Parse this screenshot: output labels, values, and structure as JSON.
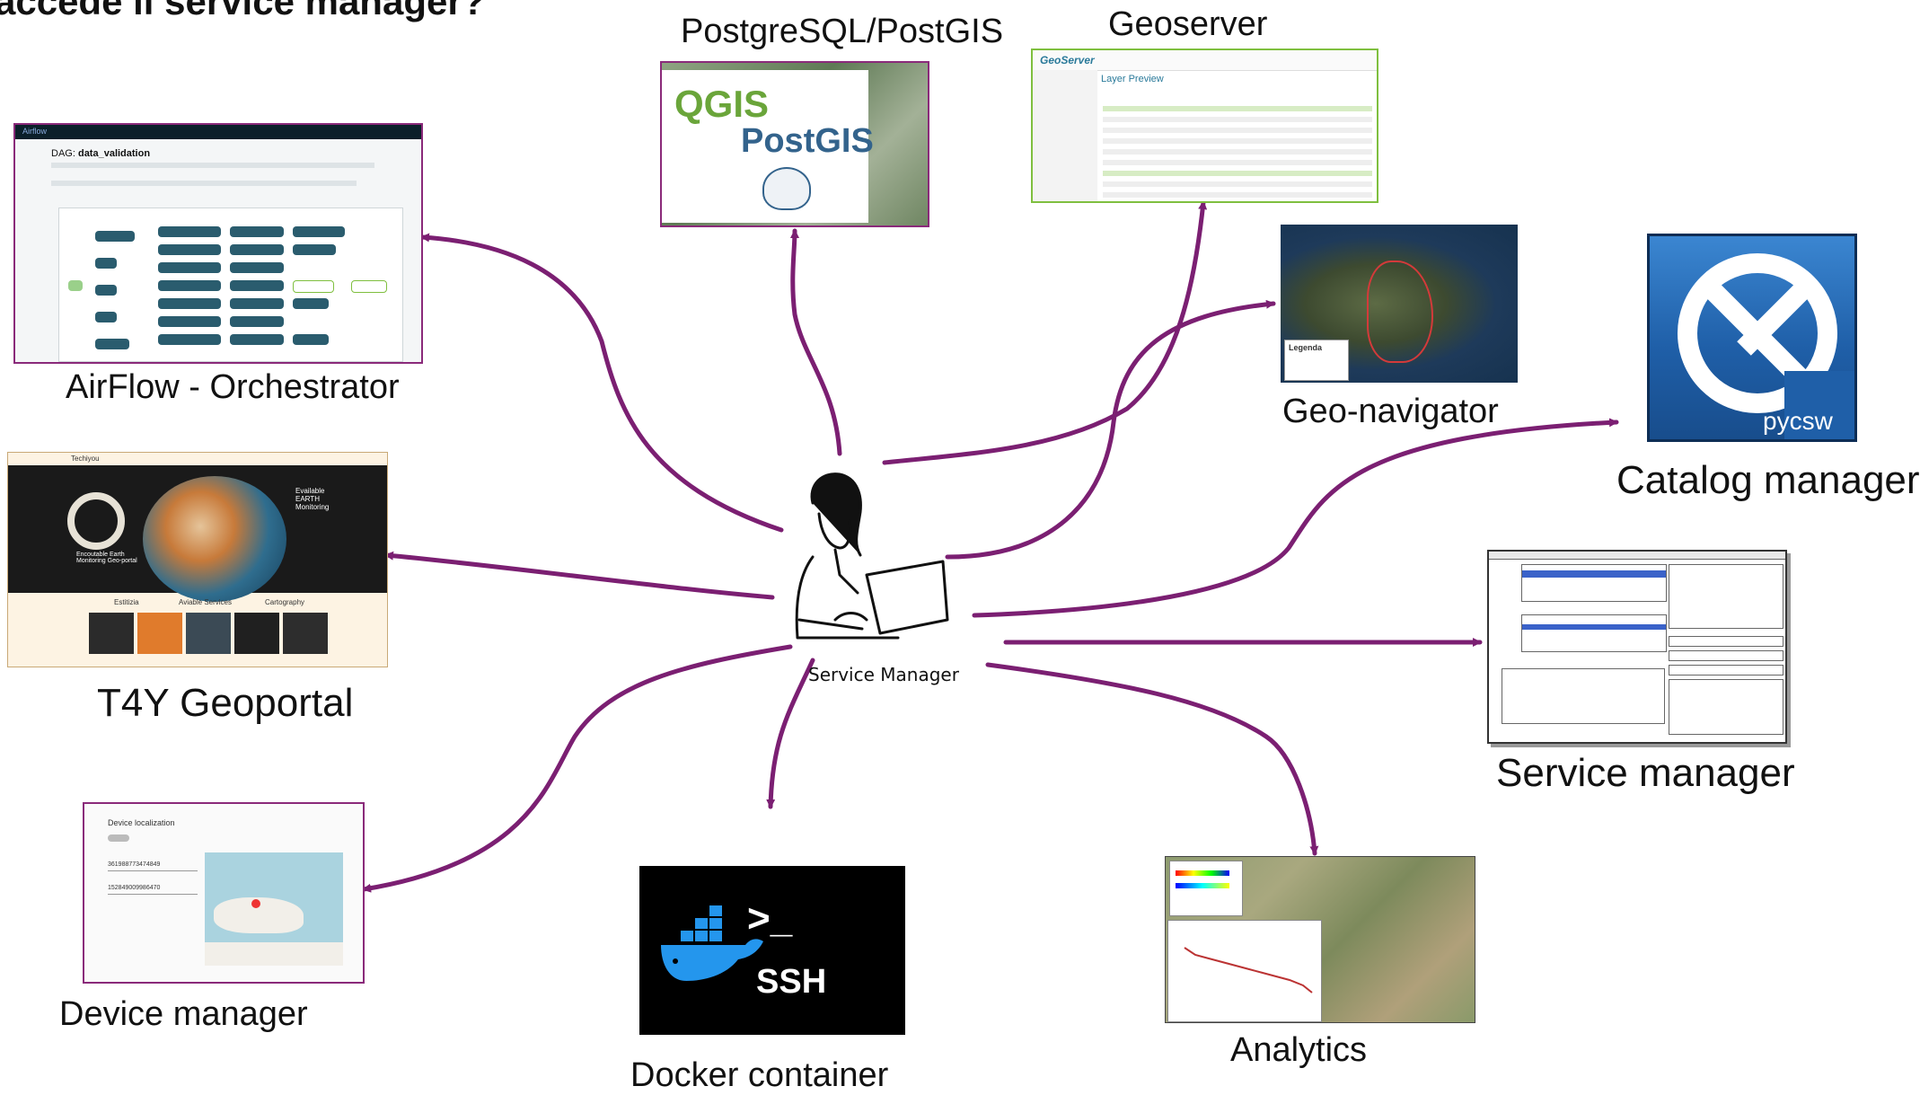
{
  "title": "accede il service manager?",
  "center": {
    "label": "Service Manager"
  },
  "nodes": {
    "airflow": {
      "label": "AirFlow - Orchestrator",
      "dag_label": "DAG:",
      "dag_name": "data_validation",
      "app_name": "Airflow"
    },
    "t4y": {
      "label": "T4Y Geoportal",
      "brand": "Techiyou",
      "hero_text": "Evailable EARTH Monitoring",
      "hero_sub": "Encoutable Earth Monitoring Geo-portal",
      "tabs": [
        "Estitizia",
        "Aviable Services",
        "Cartography"
      ]
    },
    "device": {
      "label": "Device manager",
      "panel_title": "Device localization",
      "field1": "361988773474849",
      "field2": "152849009986470"
    },
    "docker": {
      "label": "Docker container",
      "prompt": ">_",
      "ssh": "SSH"
    },
    "analytics": {
      "label": "Analytics"
    },
    "service": {
      "label": "Service manager"
    },
    "catalog": {
      "label": "Catalog manager",
      "logo_text": "pycsw"
    },
    "geonav": {
      "label": "Geo-navigator",
      "legend": "Legenda"
    },
    "geoserver": {
      "label": "Geoserver",
      "logo": "GeoServer",
      "section": "Layer Preview"
    },
    "postgres": {
      "label": "PostgreSQL/PostGIS",
      "qgis": "QGIS",
      "postgis": "PostGIS"
    }
  },
  "colors": {
    "arrow": "#7b1f72",
    "thumb_border": "#8a2a7a",
    "geoserver_border": "#7fbf3f",
    "airflow_bar": "#0b1f2a",
    "airflow_node": "#2a5c6e",
    "pycsw_blue": "#1f5fa8"
  }
}
